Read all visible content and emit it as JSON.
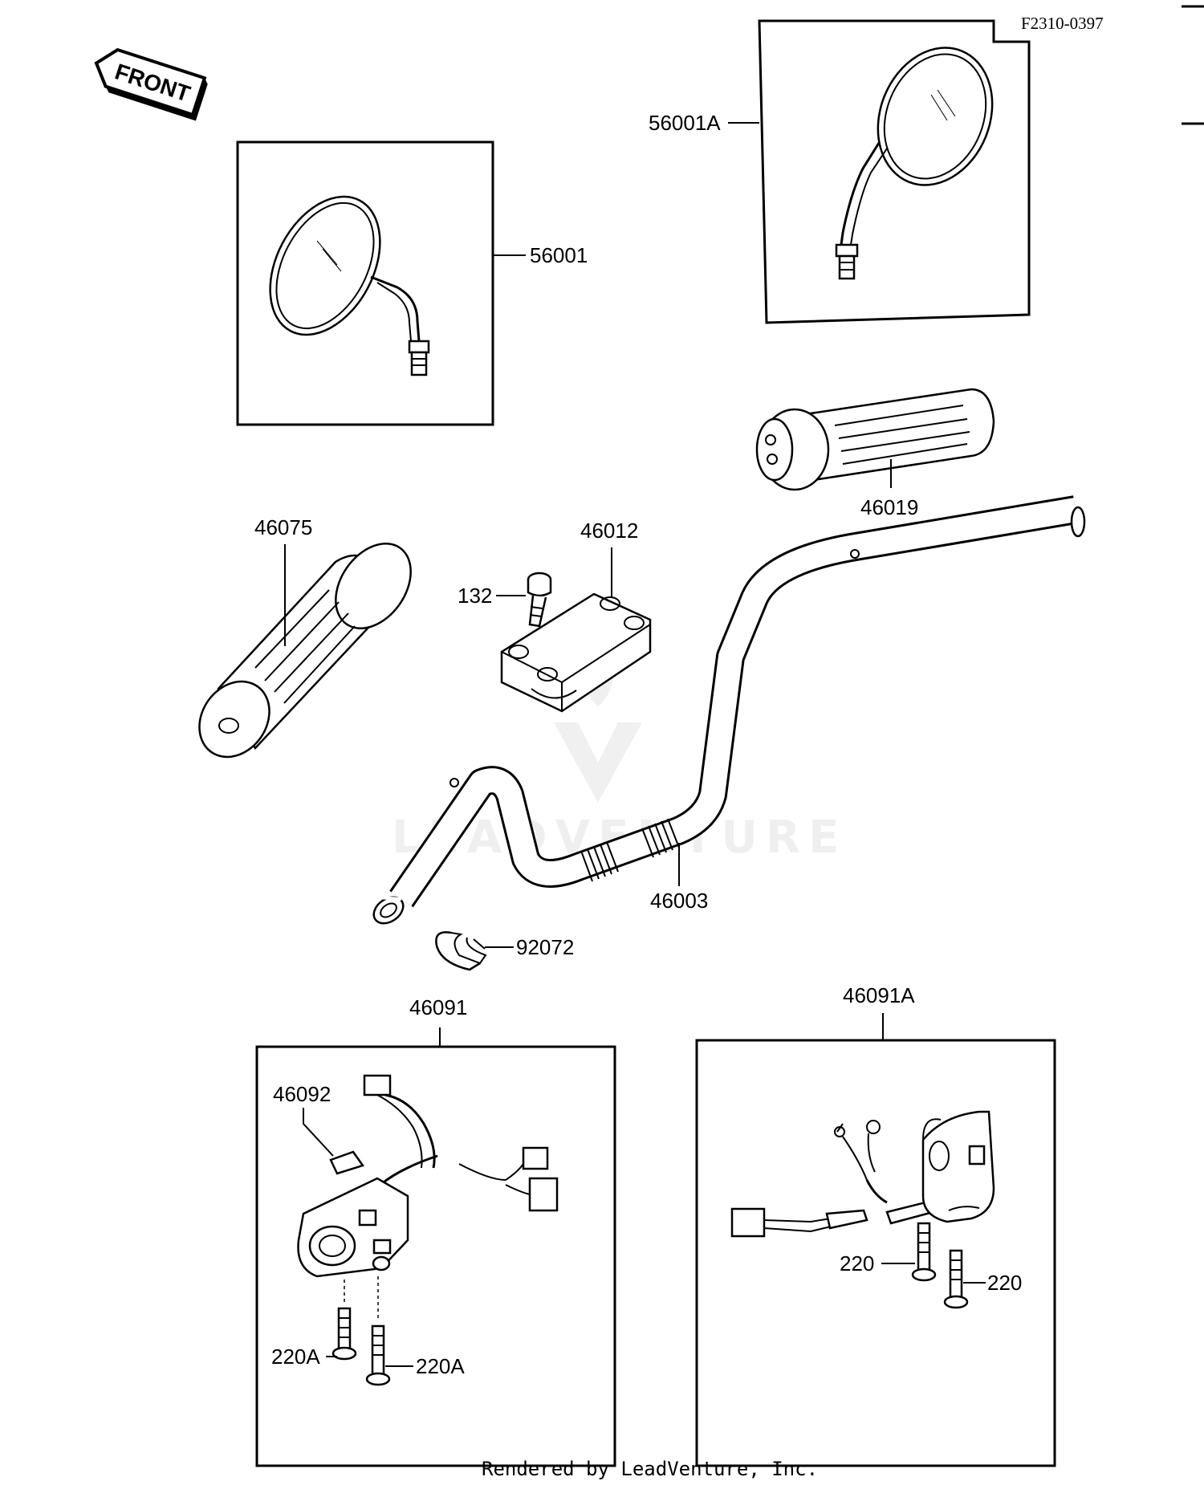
{
  "diagram_code": "F2310-0397",
  "front_label": "FRONT",
  "footer": "Rendered by LeadVenture, Inc.",
  "watermark": "LEADVENTURE",
  "parts": {
    "mirror_left": "56001",
    "mirror_right": "56001A",
    "grip_right": "46019",
    "grip_left": "46075",
    "holder": "46012",
    "bolt_holder": "132",
    "handlebar": "46003",
    "clamp": "92072",
    "switch_left": "46091",
    "switch_left_lever": "46092",
    "switch_left_screw_a": "220A",
    "switch_left_screw_b": "220A",
    "switch_right": "46091A",
    "switch_right_screw_a": "220",
    "switch_right_screw_b": "220"
  }
}
